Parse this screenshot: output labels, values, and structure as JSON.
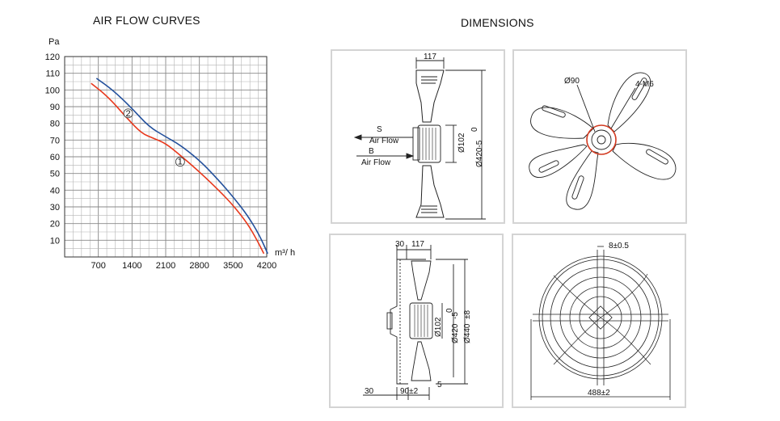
{
  "titles": {
    "air_flow_curves": "AIR FLOW CURVES",
    "dimensions": "DIMENSIONS"
  },
  "chart_data": {
    "type": "line",
    "title": "AIR FLOW CURVES",
    "ylabel": "Pa",
    "xlabel": "m³/ h",
    "xlim": [
      0,
      4200
    ],
    "ylim": [
      0,
      120
    ],
    "xticks": [
      700,
      1400,
      2100,
      2800,
      3500,
      4200
    ],
    "yticks": [
      10,
      20,
      30,
      40,
      50,
      60,
      70,
      80,
      90,
      100,
      110,
      120
    ],
    "grid": true,
    "colors": {
      "curve_1": "#e8381c",
      "curve_2": "#23509c"
    },
    "series": [
      {
        "name": "1",
        "color": "#e8381c",
        "points": [
          [
            550,
            104
          ],
          [
            900,
            96
          ],
          [
            1300,
            83
          ],
          [
            1600,
            74
          ],
          [
            1850,
            71
          ],
          [
            2100,
            68
          ],
          [
            2400,
            61
          ],
          [
            2800,
            51
          ],
          [
            3200,
            40
          ],
          [
            3500,
            31
          ],
          [
            3800,
            20
          ],
          [
            4000,
            10
          ],
          [
            4140,
            2
          ]
        ]
      },
      {
        "name": "2",
        "color": "#23509c",
        "points": [
          [
            660,
            107
          ],
          [
            1000,
            100
          ],
          [
            1400,
            89
          ],
          [
            1750,
            78
          ],
          [
            2100,
            72
          ],
          [
            2400,
            67
          ],
          [
            2800,
            58
          ],
          [
            3200,
            46
          ],
          [
            3500,
            36
          ],
          [
            3800,
            25
          ],
          [
            4050,
            13
          ],
          [
            4220,
            2
          ]
        ]
      }
    ],
    "labels": [
      {
        "text": "2",
        "x": 1320,
        "y": 86
      },
      {
        "text": "1",
        "x": 2400,
        "y": 57
      }
    ]
  },
  "drawings": {
    "side_top": {
      "dim_width": "117",
      "dim_hub": "Ø102",
      "dim_diameter": "Ø420-5",
      "tol_zero": "0",
      "s_label": "S",
      "s_flow": "Air Flow",
      "b_label": "B",
      "b_flow": "Air Flow"
    },
    "front_top": {
      "dim_bolt_circle": "Ø90",
      "dim_holes": "4-M6"
    },
    "side_bottom": {
      "dim_30_top": "30",
      "dim_117": "117",
      "dim_hub": "Ø102",
      "dim_fan": "Ø420",
      "dim_fan_tol": "-5",
      "dim_guard": "Ø440",
      "dim_guard_tol": "±8",
      "tol_zero": "0",
      "dim_30_bottom": "30",
      "dim_90": "90±2",
      "dim_5": "5"
    },
    "front_bottom": {
      "dim_slot": "8±0.5",
      "dim_mount": "488±2"
    }
  }
}
